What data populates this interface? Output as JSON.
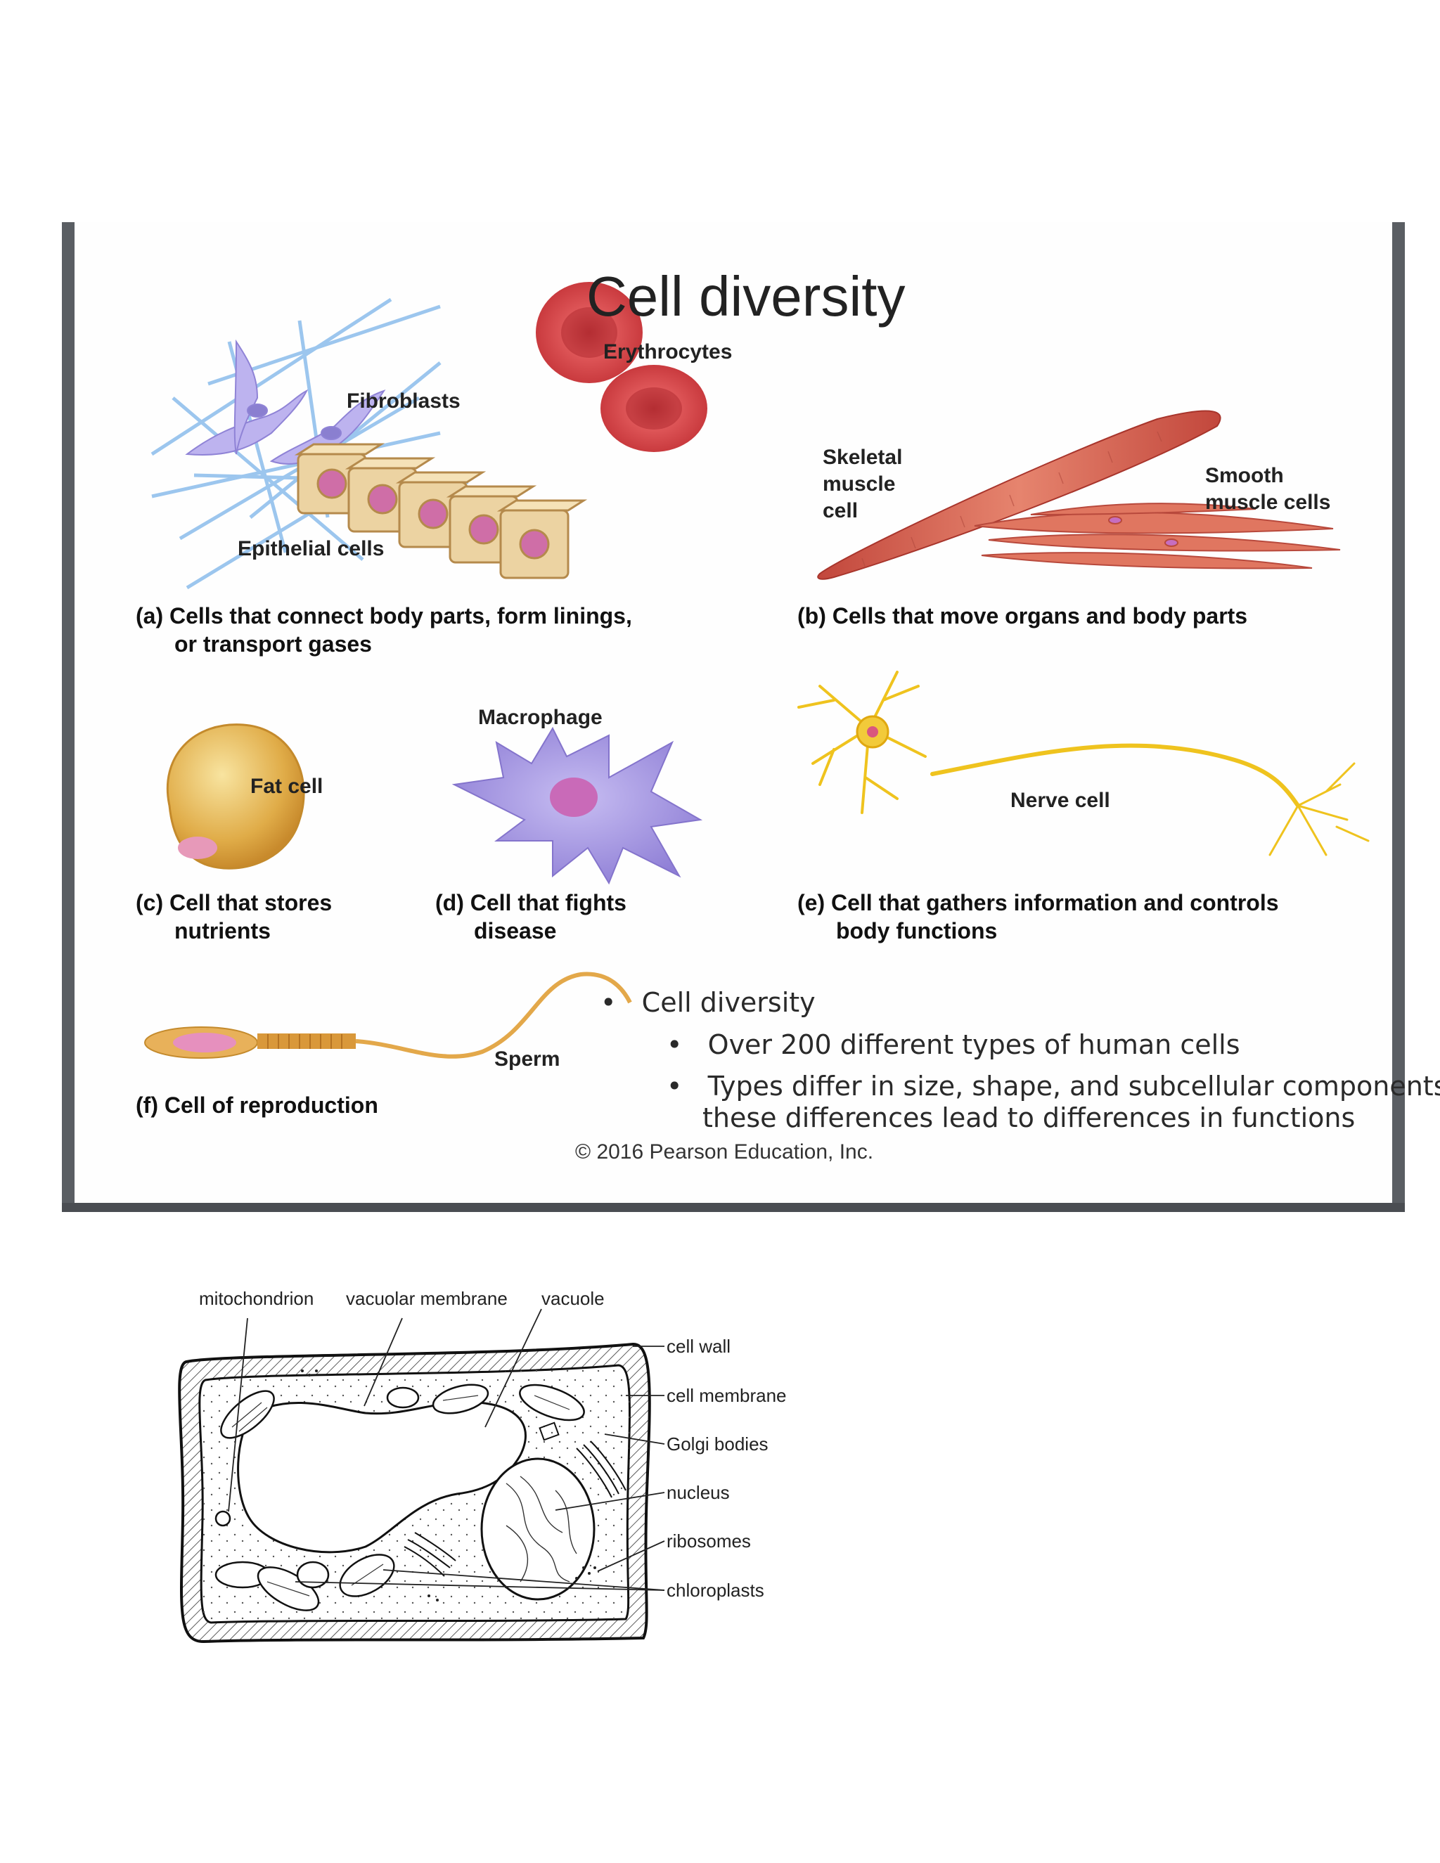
{
  "slide": {
    "title": "Cell diversity",
    "labels": {
      "fibroblasts": "Fibroblasts",
      "erythrocytes": "Erythrocytes",
      "epithelial": "Epithelial cells",
      "skeletal": [
        "Skeletal",
        "muscle",
        "cell"
      ],
      "smooth": [
        "Smooth",
        "muscle cells"
      ],
      "macrophage": "Macrophage",
      "fat_cell": "Fat cell",
      "nerve_cell": "Nerve cell",
      "sperm": "Sperm"
    },
    "captions": {
      "a": {
        "tag": "(a)",
        "line1": "Cells that connect body parts, form linings,",
        "line2": "or transport gases"
      },
      "b": {
        "tag": "(b)",
        "line1": "Cells that move organs and body parts"
      },
      "c": {
        "tag": "(c)",
        "line1": "Cell that stores",
        "line2": "nutrients"
      },
      "d": {
        "tag": "(d)",
        "line1": "Cell that fights",
        "line2": "disease"
      },
      "e": {
        "tag": "(e)",
        "line1": "Cell that gathers information and controls",
        "line2": "body functions"
      },
      "f": {
        "tag": "(f)",
        "line1": "Cell of reproduction"
      }
    },
    "bullets": {
      "main": "Cell diversity",
      "sub1": "Over 200 different types of human cells",
      "sub2_line1": "Types differ in size, shape, and subcellular components;",
      "sub2_line2": "these differences lead to  differences in functions"
    },
    "copyright": "© 2016 Pearson Education, Inc.",
    "colors": {
      "frame": "#5a5e63",
      "erythrocyte": "#d9474a",
      "muscle": "#cf5d4c",
      "nerve": "#f0c020",
      "fat": "#e2b04a",
      "macrophage": "#a99be0",
      "fibroblast": "#b9b0ef"
    }
  },
  "diagram": {
    "top_labels": [
      "mitochondrion",
      "vacuolar membrane",
      "vacuole"
    ],
    "right_labels": [
      "cell wall",
      "cell membrane",
      "Golgi bodies",
      "nucleus",
      "ribosomes",
      "chloroplasts"
    ]
  }
}
